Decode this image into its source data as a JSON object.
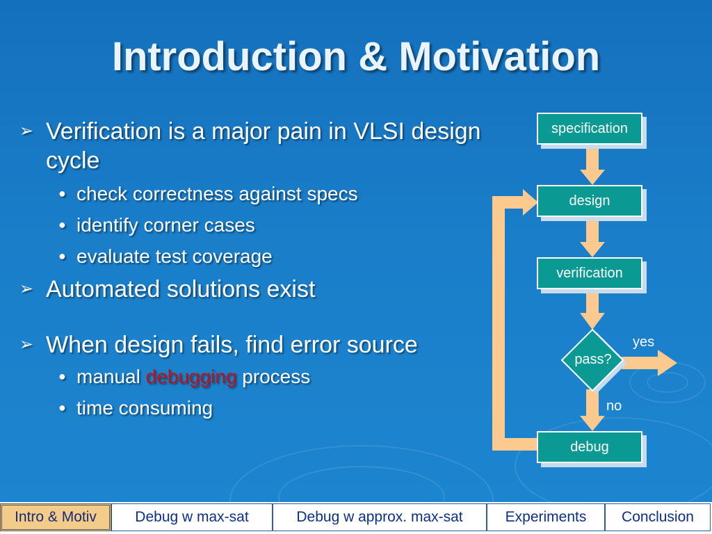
{
  "slide": {
    "title": "Introduction & Motivation"
  },
  "bullets": {
    "items": [
      {
        "text": "Verification is a major pain in VLSI design cycle"
      },
      {
        "text": "check correctness against specs"
      },
      {
        "text": "identify corner cases"
      },
      {
        "text": "evaluate test coverage"
      },
      {
        "text": "Automated solutions exist"
      },
      {
        "text": "When design fails, find error source"
      },
      {
        "text_before": "manual ",
        "text_highlight": "debugging",
        "text_after": " process"
      },
      {
        "text": "time consuming"
      }
    ]
  },
  "flowchart": {
    "nodes": {
      "specification": "specification",
      "design": "design",
      "verification": "verification",
      "decision": "pass?",
      "debug": "debug"
    },
    "labels": {
      "yes": "yes",
      "no": "no"
    }
  },
  "nav": {
    "tabs": [
      {
        "label": "Intro & Motiv",
        "active": true
      },
      {
        "label": "Debug w max-sat",
        "active": false
      },
      {
        "label": "Debug w approx. max-sat",
        "active": false
      },
      {
        "label": "Experiments",
        "active": false
      },
      {
        "label": "Conclusion",
        "active": false
      }
    ]
  },
  "colors": {
    "background": "#1a7ec9",
    "node_fill": "#0a9a93",
    "arrow": "#fcc98e",
    "highlight_text": "#c0101a",
    "active_tab": "#f4cc8a"
  }
}
